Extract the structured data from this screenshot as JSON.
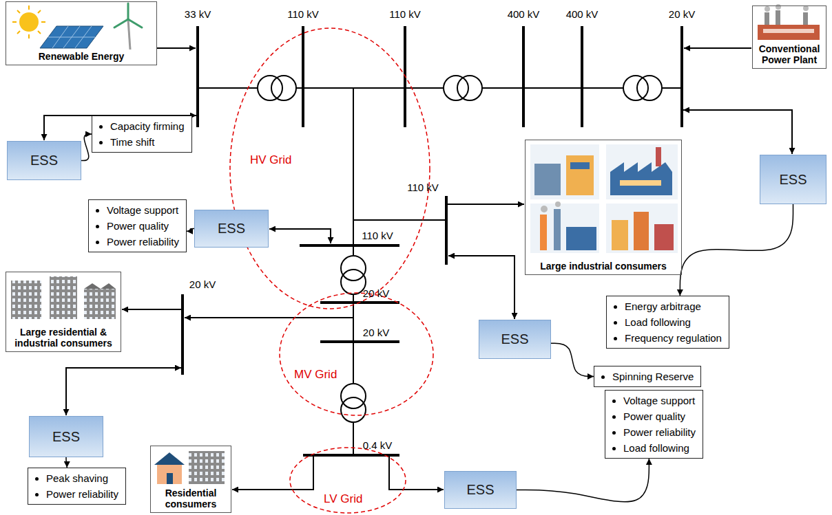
{
  "diagram": {
    "nodes": [
      {
        "text": [
          "Renewable Energy"
        ]
      },
      {
        "text": [
          "Conventional Power Plant"
        ]
      },
      {
        "text": [
          "HV Grid"
        ]
      },
      {
        "text": [
          "Capacity firming",
          "Time shift"
        ]
      },
      {
        "text": [
          "Large industrial consumers"
        ]
      },
      {
        "text": [
          "ESS"
        ]
      },
      {
        "text": [
          "ESS"
        ]
      },
      {
        "text": [
          "Voltage support",
          "Power quality",
          "Power reliability"
        ]
      },
      {
        "text": [
          "ESS"
        ]
      },
      {
        "text": [
          "Large residential & industrial consumers"
        ]
      },
      {
        "text": [
          "MV Grid"
        ]
      },
      {
        "text": [
          "Energy arbitrage",
          "Load following",
          "Frequency regulation"
        ]
      },
      {
        "text": [
          "ESS"
        ]
      },
      {
        "text": [
          "Spinning Reserve"
        ]
      },
      {
        "text": [
          "Voltage support",
          "Power quality",
          "Power reliability",
          "Load following"
        ]
      },
      {
        "text": [
          "ESS"
        ]
      },
      {
        "text": [
          "Residential consumers"
        ]
      },
      {
        "text": [
          "LV Grid"
        ]
      },
      {
        "text": [
          "Peak shaving",
          "Power reliability"
        ]
      },
      {
        "text": [
          "ESS"
        ]
      }
    ],
    "edges": [
      {
        "from": 5,
        "to": 3,
        "arrow": "to"
      },
      {
        "from": 8,
        "to": 7,
        "arrow": "to"
      },
      {
        "from": 6,
        "to": 11,
        "arrow": "to"
      },
      {
        "from": 12,
        "to": 13,
        "arrow": "to"
      },
      {
        "from": 15,
        "to": 18,
        "arrow": "to"
      },
      {
        "from": 19,
        "to": 14,
        "arrow": "to"
      }
    ],
    "labels": [
      "33 kV",
      "110 kV",
      "110 kV",
      "400 kV",
      "400 kV",
      "20 kV",
      "110 kV",
      "110 kV",
      "20 kV",
      "20 kV",
      "20 kV",
      "0.4 kV"
    ]
  }
}
